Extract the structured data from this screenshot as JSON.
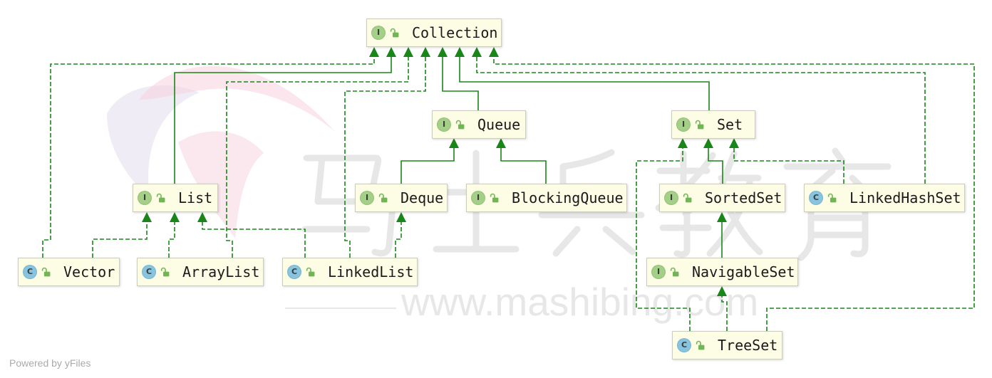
{
  "footer": {
    "text": "Powered by yFiles"
  },
  "icons": {
    "interface_badge": "interface-icon",
    "class_badge": "class-icon",
    "visibility": "public-icon"
  },
  "colors": {
    "edge": "#1a861a",
    "node_fill": "#fdfde6",
    "node_border": "#cdcdbc",
    "interface_badge": "#a3cf86",
    "class_badge": "#86c4df",
    "public_icon": "#72b556",
    "watermark": "#e7e7e7"
  },
  "watermark": {
    "brand": "马士兵教育",
    "url": "www.mashibing.com"
  },
  "nodes": {
    "collection": {
      "kind": "I",
      "label": "Collection"
    },
    "queue": {
      "kind": "I",
      "label": "Queue"
    },
    "set": {
      "kind": "I",
      "label": "Set"
    },
    "list": {
      "kind": "I",
      "label": "List"
    },
    "deque": {
      "kind": "I",
      "label": "Deque"
    },
    "blocking_queue": {
      "kind": "I",
      "label": "BlockingQueue"
    },
    "sorted_set": {
      "kind": "I",
      "label": "SortedSet"
    },
    "linked_hash_set": {
      "kind": "C",
      "label": "LinkedHashSet"
    },
    "vector": {
      "kind": "C",
      "label": "Vector"
    },
    "array_list": {
      "kind": "C",
      "label": "ArrayList"
    },
    "linked_list": {
      "kind": "C",
      "label": "LinkedList"
    },
    "navigable_set": {
      "kind": "I",
      "label": "NavigableSet"
    },
    "tree_set": {
      "kind": "C",
      "label": "TreeSet"
    }
  },
  "edges": [
    {
      "from": "Vector",
      "to": "Collection",
      "dashed": true
    },
    {
      "from": "List",
      "to": "Collection",
      "dashed": false
    },
    {
      "from": "ArrayList",
      "to": "Collection",
      "dashed": true
    },
    {
      "from": "LinkedList",
      "to": "Collection",
      "dashed": true
    },
    {
      "from": "Queue",
      "to": "Collection",
      "dashed": false
    },
    {
      "from": "Set",
      "to": "Collection",
      "dashed": false
    },
    {
      "from": "LinkedHashSet",
      "to": "Collection",
      "dashed": true
    },
    {
      "from": "TreeSet",
      "to": "Collection",
      "dashed": true
    },
    {
      "from": "Deque",
      "to": "Queue",
      "dashed": false
    },
    {
      "from": "BlockingQueue",
      "to": "Queue",
      "dashed": false
    },
    {
      "from": "TreeSet",
      "to": "Set",
      "dashed": true
    },
    {
      "from": "SortedSet",
      "to": "Set",
      "dashed": false
    },
    {
      "from": "LinkedHashSet",
      "to": "Set",
      "dashed": true
    },
    {
      "from": "Vector",
      "to": "List",
      "dashed": true
    },
    {
      "from": "ArrayList",
      "to": "List",
      "dashed": true
    },
    {
      "from": "LinkedList",
      "to": "List",
      "dashed": true
    },
    {
      "from": "LinkedList",
      "to": "Deque",
      "dashed": true
    },
    {
      "from": "NavigableSet",
      "to": "SortedSet",
      "dashed": false
    },
    {
      "from": "TreeSet",
      "to": "NavigableSet",
      "dashed": true
    }
  ]
}
